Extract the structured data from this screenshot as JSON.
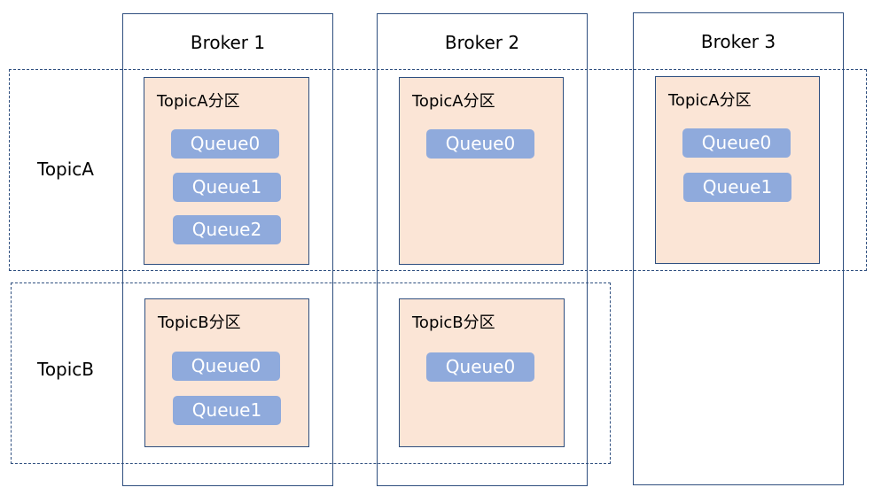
{
  "brokers": [
    {
      "title": "Broker 1"
    },
    {
      "title": "Broker 2"
    },
    {
      "title": "Broker 3"
    }
  ],
  "topics": [
    {
      "label": "TopicA"
    },
    {
      "label": "TopicB"
    }
  ],
  "partitions": {
    "b1_topicA": {
      "title": "TopicA分区",
      "queues": [
        "Queue0",
        "Queue1",
        "Queue2"
      ]
    },
    "b2_topicA": {
      "title": "TopicA分区",
      "queues": [
        "Queue0"
      ]
    },
    "b3_topicA": {
      "title": "TopicA分区",
      "queues": [
        "Queue0",
        "Queue1"
      ]
    },
    "b1_topicB": {
      "title": "TopicB分区",
      "queues": [
        "Queue0",
        "Queue1"
      ]
    },
    "b2_topicB": {
      "title": "TopicB分区",
      "queues": [
        "Queue0"
      ]
    }
  },
  "colors": {
    "border": "#2f4f7f",
    "partition_fill": "#fbe5d6",
    "queue_fill": "#8faadc",
    "queue_text": "#ffffff"
  }
}
